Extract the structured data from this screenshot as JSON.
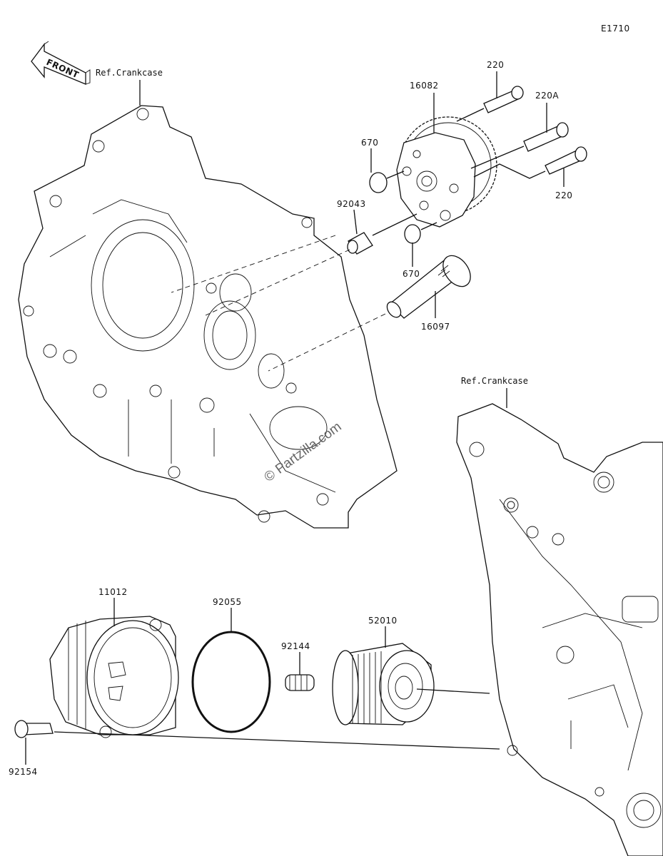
{
  "diagram_code": "E1710",
  "front_label": "FRONT",
  "ref_crankcase_top": "Ref.Crankcase",
  "ref_crankcase_right": "Ref.Crankcase",
  "watermark": "© Partzilla.com",
  "parts": {
    "bolt_220_top": "220",
    "pump_16082": "16082",
    "bolt_220a": "220A",
    "oring_670_top": "670",
    "bolt_220_bottom": "220",
    "dowel_92043": "92043",
    "oring_670_bottom": "670",
    "strainer_16097": "16097",
    "cover_11012": "11012",
    "oring_92055": "92055",
    "spring_92144": "92144",
    "filter_52010": "52010",
    "bolt_92154": "92154"
  }
}
